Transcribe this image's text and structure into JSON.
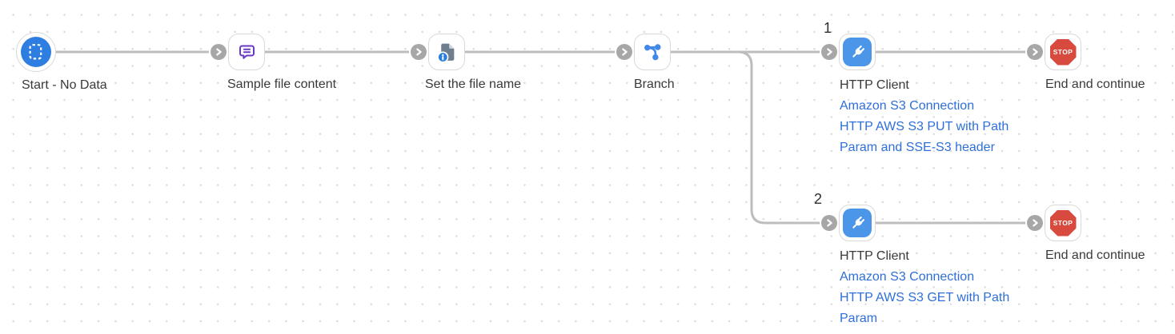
{
  "canvas": {
    "type": "workflow-editor",
    "colors": {
      "accent_blue": "#2e7de0",
      "http_client_blue": "#4b96e8",
      "branch_icon_blue": "#4189e8",
      "message_purple": "#6a3ac6",
      "document_slate": "#6e7e8f",
      "stop_red": "#d8493e",
      "link_blue": "#2e6fd9",
      "label_text": "#3a3a3a",
      "connector_gray": "#bdbdbd",
      "grid_dot": "#dcdcdc"
    }
  },
  "nodes": {
    "start": {
      "label": "Start - No Data",
      "icon": "dashed-document-icon"
    },
    "sample_file": {
      "label": "Sample file content",
      "icon": "message-bubble-icon"
    },
    "set_file_name": {
      "label": "Set the file name",
      "icon": "file-info-icon"
    },
    "branch": {
      "label": "Branch",
      "icon": "branch-icon"
    },
    "http_client_1": {
      "label": "HTTP Client",
      "icon": "plug-icon",
      "connection": "Amazon S3 Connection",
      "operation": "HTTP AWS S3 PUT with Path Param and SSE-S3 header"
    },
    "end_1": {
      "label": "End and continue",
      "icon": "stop-sign-icon"
    },
    "http_client_2": {
      "label": "HTTP Client",
      "icon": "plug-icon",
      "connection": "Amazon S3 Connection",
      "operation": "HTTP AWS S3 GET with Path Param"
    },
    "end_2": {
      "label": "End and continue",
      "icon": "stop-sign-icon"
    }
  },
  "branch_outputs": {
    "first": "1",
    "second": "2"
  },
  "stop_sign_text": "STOP",
  "ports": {
    "chevron_icon": "chevron-right-icon"
  }
}
